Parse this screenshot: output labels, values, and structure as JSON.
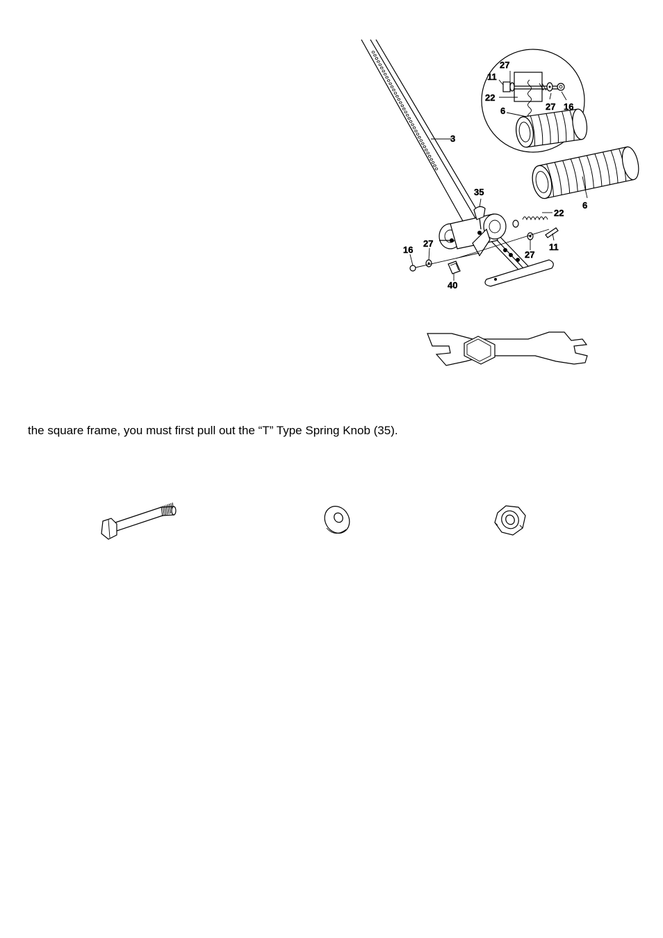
{
  "instruction_text": "the square frame, you must first pull out the “T” Type Spring Knob (35).",
  "callouts": {
    "detail_27_top": "27",
    "detail_11": "11",
    "detail_22": "22",
    "detail_6": "6",
    "detail_27_right": "27",
    "detail_16": "16",
    "main_3": "3",
    "main_35": "35",
    "main_22": "22",
    "main_6": "6",
    "main_16": "16",
    "main_27_left": "27",
    "main_27_right": "27",
    "main_11": "11",
    "main_40": "40"
  }
}
